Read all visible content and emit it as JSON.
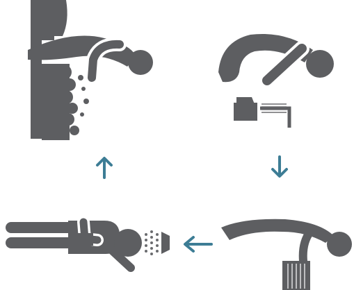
{
  "colors": {
    "figure": "#5d5e61",
    "arrow": "#3d7d95",
    "background": "#ffffff",
    "spray": "#6b6c6f"
  },
  "steps": [
    {
      "id": "lean-over-sink",
      "icon": "person-leaning-sink-foam-icon"
    },
    {
      "id": "crouch-with-hose",
      "icon": "person-crouching-hose-icon"
    },
    {
      "id": "bend-over-basin",
      "icon": "person-bending-basin-icon"
    },
    {
      "id": "lie-under-shower",
      "icon": "person-lying-shower-icon"
    }
  ],
  "flow": [
    "down",
    "left",
    "up"
  ]
}
